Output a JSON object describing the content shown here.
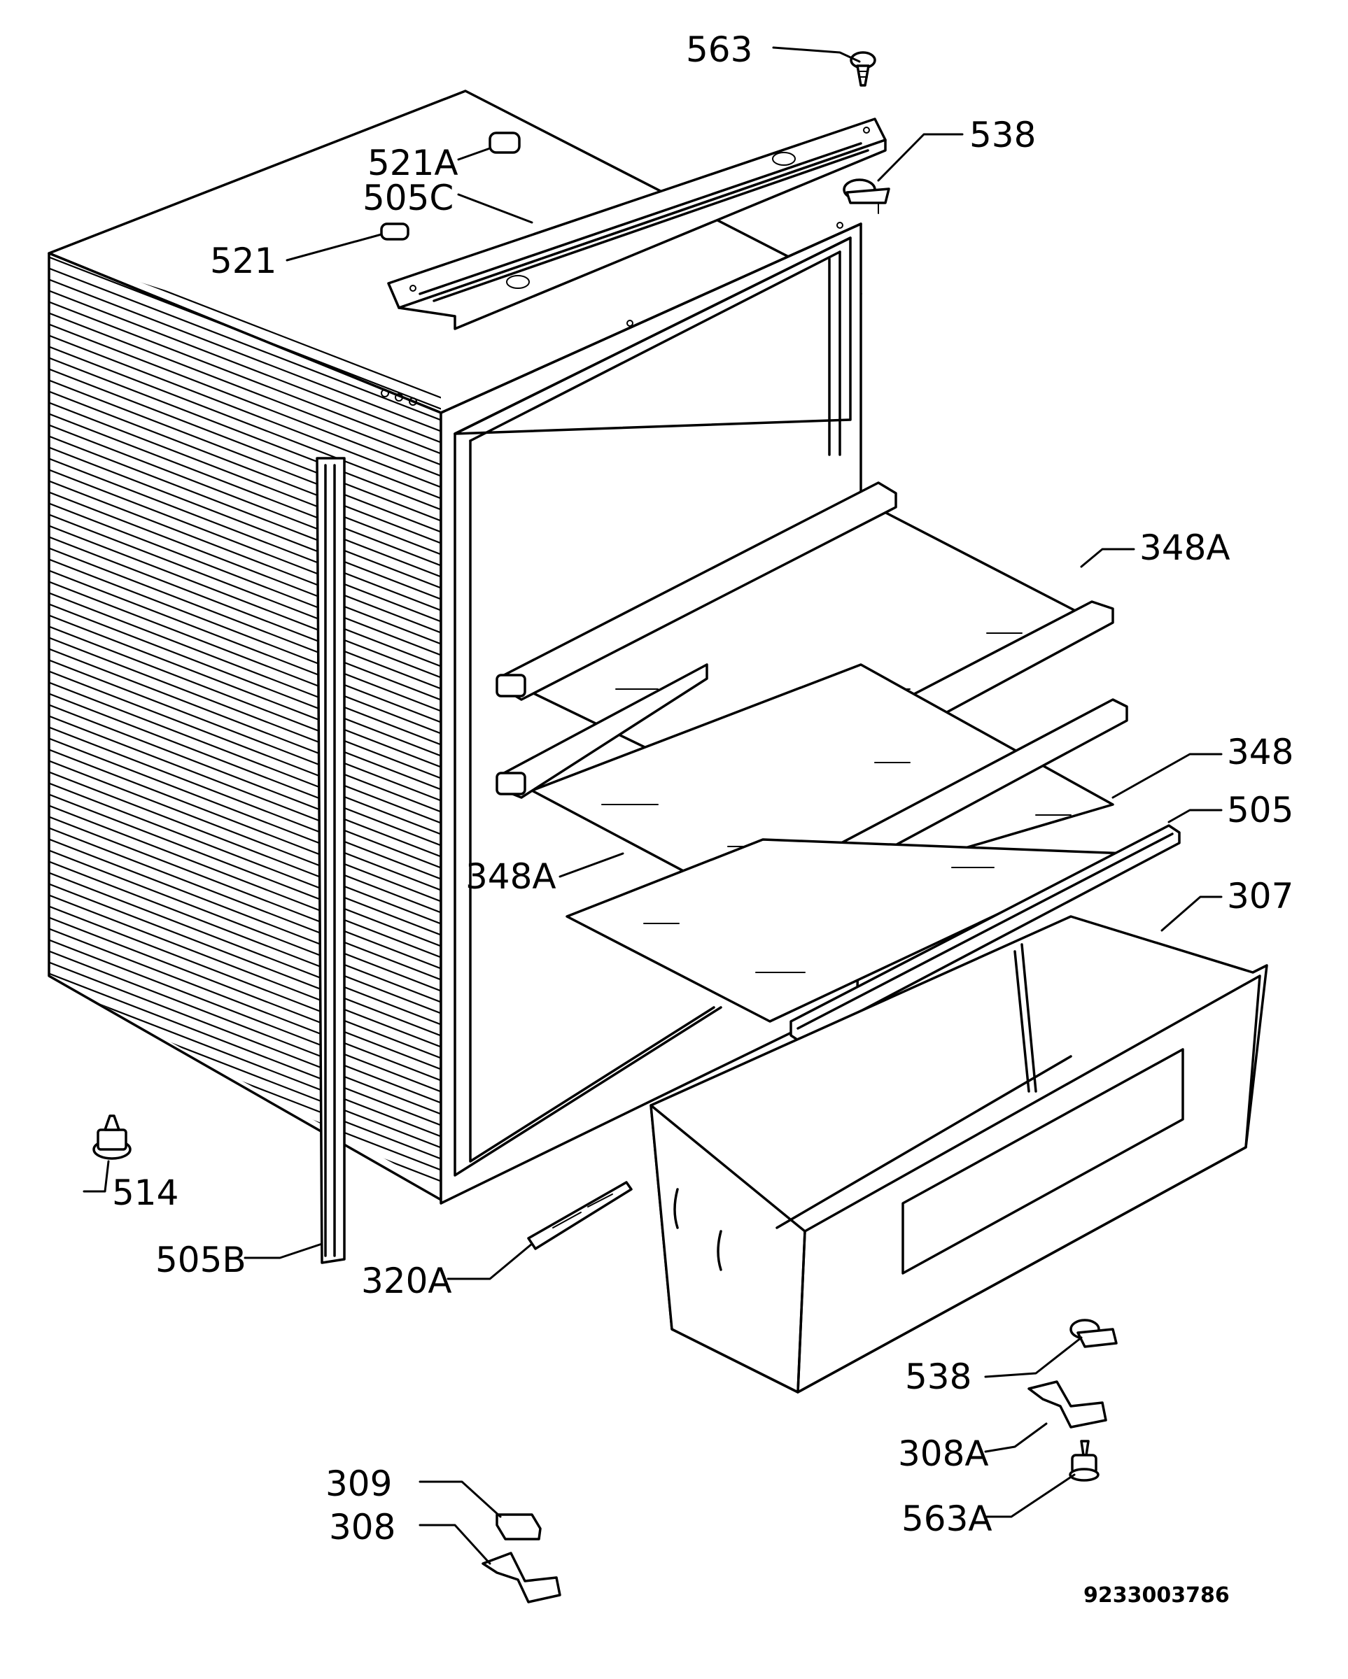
{
  "diagram": {
    "drawing_number": "9233003786",
    "labels": {
      "p563": "563",
      "p538_top": "538",
      "p521A": "521A",
      "p505C": "505C",
      "p521": "521",
      "p348A_top": "348A",
      "p348": "348",
      "p505": "505",
      "p348A_mid": "348A",
      "p307": "307",
      "p514": "514",
      "p505B": "505B",
      "p320A": "320A",
      "p538_bottom": "538",
      "p308A": "308A",
      "p563A": "563A",
      "p309": "309",
      "p308": "308"
    }
  }
}
